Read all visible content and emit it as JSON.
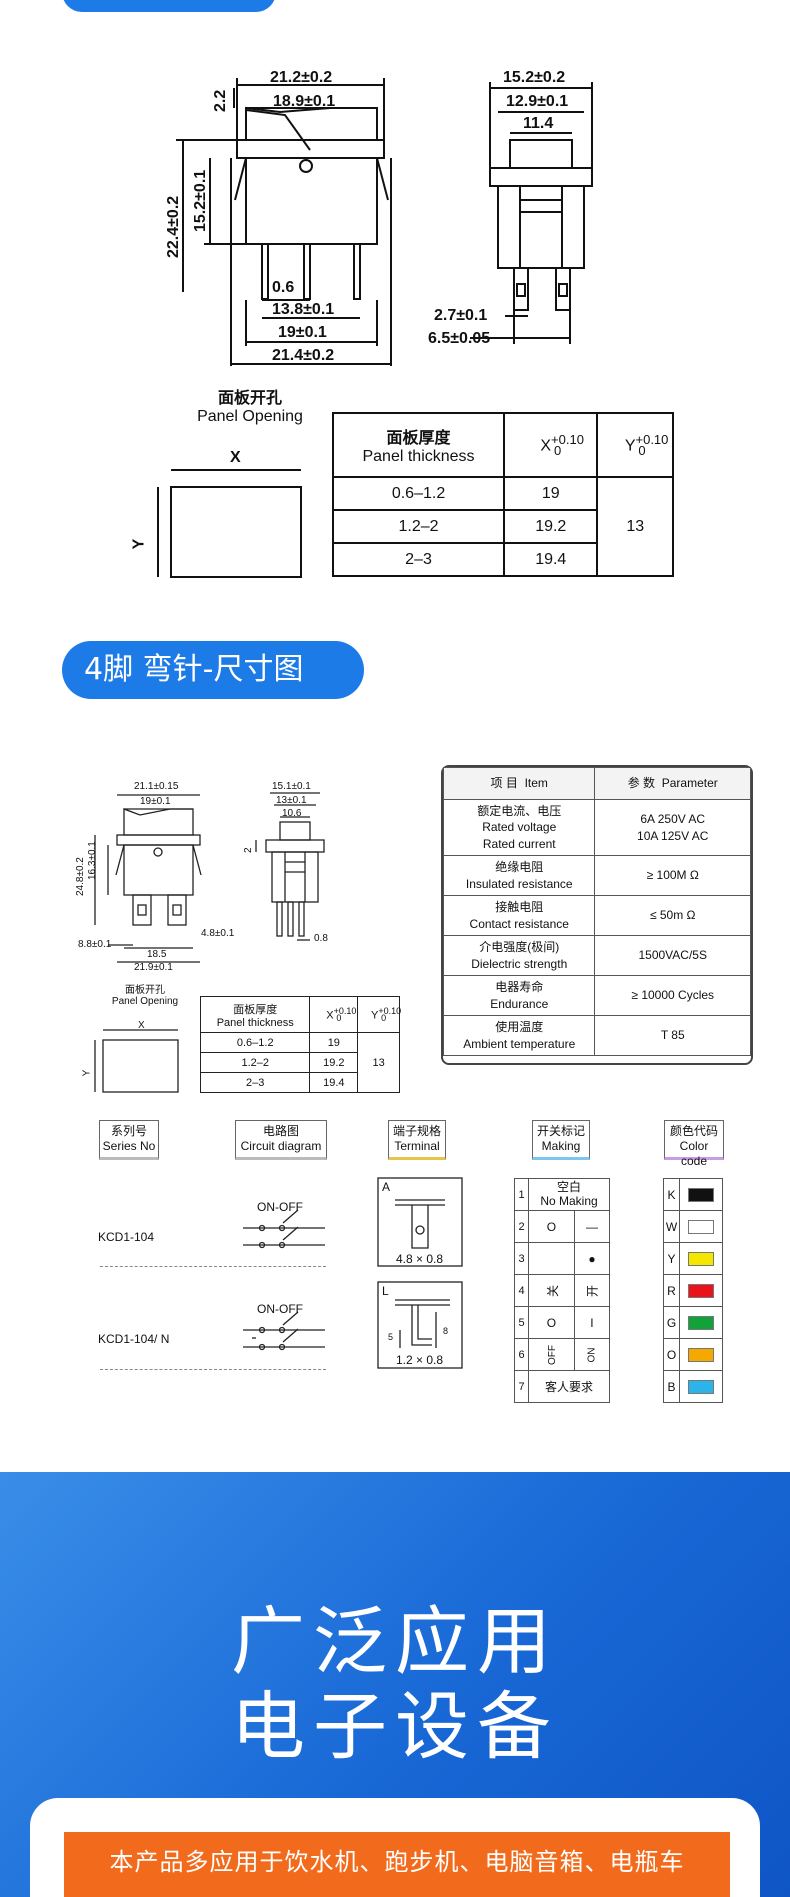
{
  "dims_side": {
    "top_width": "21.2±0.2",
    "inner_width": "18.9±0.1",
    "left_small": "2.2",
    "height_total": "22.4±0.2",
    "height_body": "15.2±0.1",
    "pin_width": "0.6",
    "pin_span1": "13.8±0.1",
    "pin_span2": "19±0.1",
    "base_width": "21.4±0.2"
  },
  "dims_front": {
    "w1": "15.2±0.2",
    "w2": "12.9±0.1",
    "w3": "11.4",
    "pin_gap": "2.7±0.1",
    "pin_span": "6.5±0.05"
  },
  "panel1": {
    "title_cn": "面板开孔",
    "title_en": "Panel Opening",
    "x_label": "X",
    "y_label": "Y",
    "col1_cn": "面板厚度",
    "col1_en": "Panel thickness",
    "col_x": "X",
    "col_y": "Y",
    "tol_plus": "+0.10",
    "tol_zero": "0",
    "rows": [
      {
        "t": "0.6–1.2",
        "x": "19"
      },
      {
        "t": "1.2–2",
        "x": "19.2"
      },
      {
        "t": "2–3",
        "x": "19.4"
      }
    ],
    "y_value": "13"
  },
  "section2_title": "4脚 弯针-尺寸图",
  "dims_side2": {
    "top_width": "21.1±0.15",
    "inner_width": "19±0.1",
    "height_total": "24.8±0.2",
    "height_body": "16.3±0.1",
    "pin_offset": "4.8±0.1",
    "left_offset": "8.8±0.1",
    "pin_span": "18.5",
    "base_width": "21.9±0.1"
  },
  "dims_front2": {
    "w1": "15.1±0.1",
    "w2": "13±0.1",
    "w3": "10.6",
    "side": "2",
    "pin": "0.8"
  },
  "spec": {
    "h_item_cn": "项 目",
    "h_item_en": "Item",
    "h_param_cn": "参 数",
    "h_param_en": "Parameter",
    "rows": [
      {
        "cn": "额定电流、电压",
        "en1": "Rated voltage",
        "en2": "Rated current",
        "v1": "6A   250V AC",
        "v2": "10A  125V AC"
      },
      {
        "cn": "绝缘电阻",
        "en1": "Insulated resistance",
        "v1": "≥ 100M Ω"
      },
      {
        "cn": "接触电阻",
        "en1": "Contact resistance",
        "v1": "≤ 50m Ω"
      },
      {
        "cn": "介电强度(极间)",
        "en1": "Dielectric strength",
        "v1": "1500VAC/5S"
      },
      {
        "cn": "电器寿命",
        "en1": "Endurance",
        "v1": "≥ 10000 Cycles"
      },
      {
        "cn": "使用温度",
        "en1": "Ambient temperature",
        "v1": "T 85"
      }
    ]
  },
  "panel2": {
    "title_cn": "面板开孔",
    "title_en": "Panel Opening",
    "x_label": "X",
    "y_label": "Y",
    "col1_cn": "面板厚度",
    "col1_en": "Panel thickness",
    "col_x": "X",
    "col_y": "Y",
    "tol_plus": "+0.10",
    "tol_zero": "0",
    "rows": [
      {
        "t": "0.6–1.2",
        "x": "19"
      },
      {
        "t": "1.2–2",
        "x": "19.2"
      },
      {
        "t": "2–3",
        "x": "19.4"
      }
    ],
    "y_value": "13"
  },
  "order": {
    "series_cn": "系列号",
    "series_en": "Series No",
    "circuit_cn": "电路图",
    "circuit_en": "Circuit diagram",
    "terminal_cn": "端子规格",
    "terminal_en": "Terminal",
    "making_cn": "开关标记",
    "making_en": "Making",
    "color_cn": "颜色代码",
    "color_en": "Color code",
    "model1": "KCD1-104",
    "model2": "KCD1-104/ N",
    "circuit1": "ON-OFF",
    "circuit2": "ON-OFF",
    "term_a": "A",
    "term_a_size": "4.8 × 0.8",
    "term_l": "L",
    "term_l_size": "1.2 × 0.8",
    "term_l_d1": "5",
    "term_l_d2": "8"
  },
  "making": [
    {
      "n": "1",
      "cn": "空白",
      "en": "No Making"
    },
    {
      "n": "2",
      "a": "O",
      "b": "—"
    },
    {
      "n": "3",
      "a": "",
      "b": "●"
    },
    {
      "n": "4",
      "a": "关",
      "b": "开"
    },
    {
      "n": "5",
      "a": "O",
      "b": "I"
    },
    {
      "n": "6",
      "a": "OFF",
      "b": "ON"
    },
    {
      "n": "7",
      "cn": "客人要求"
    }
  ],
  "colors": [
    {
      "k": "K",
      "hex": "#111111"
    },
    {
      "k": "W",
      "hex": "#ffffff"
    },
    {
      "k": "Y",
      "hex": "#f5e600"
    },
    {
      "k": "R",
      "hex": "#e8131b"
    },
    {
      "k": "G",
      "hex": "#12a23a"
    },
    {
      "k": "O",
      "hex": "#f5a800"
    },
    {
      "k": "B",
      "hex": "#2cb4ea"
    }
  ],
  "band": {
    "line1": "广泛应用",
    "line2": "电子设备",
    "desc": "本产品多应用于饮水机、跑步机、电脑音箱、电瓶车"
  }
}
